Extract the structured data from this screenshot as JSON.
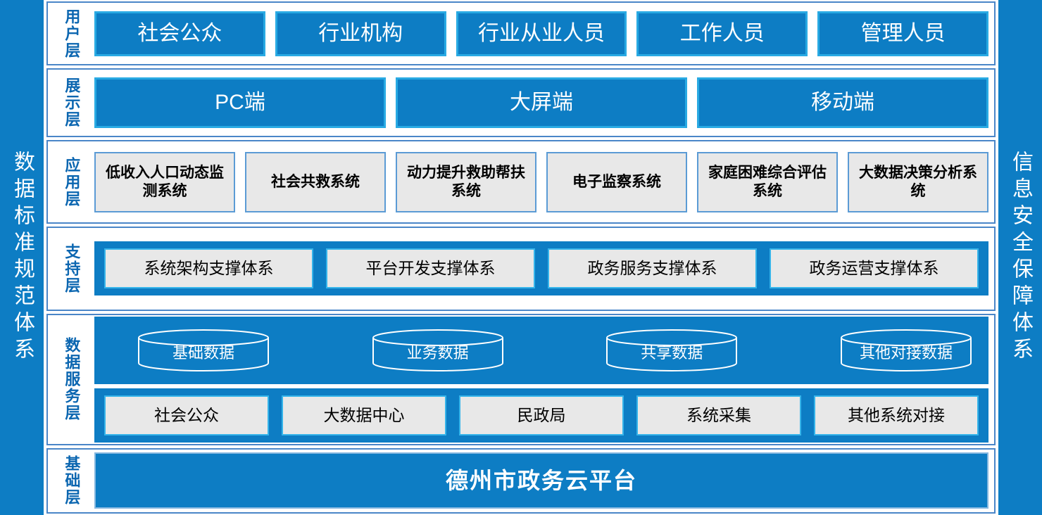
{
  "sides": {
    "left": {
      "label": "数据标准规范体系",
      "color": "#0d7dc4"
    },
    "right": {
      "label": "信息安全保障体系",
      "color": "#0d7dc4"
    }
  },
  "theme": {
    "blue": "#0d7dc4",
    "blue_light_border": "#29aae3",
    "frame_border": "#4a86c8",
    "grey_chip": "#e8e8e8",
    "label_blue": "#0b66b0"
  },
  "layers": [
    {
      "key": "user",
      "label": "用户层",
      "items": [
        "社会公众",
        "行业机构",
        "行业从业人员",
        "工作人员",
        "管理人员"
      ]
    },
    {
      "key": "display",
      "label": "展示层",
      "items": [
        "PC端",
        "大屏端",
        "移动端"
      ]
    },
    {
      "key": "app",
      "label": "应用层",
      "items": [
        "低收入人口动态监测系统",
        "社会共救系统",
        "动力提升救助帮扶系统",
        "电子监察系统",
        "家庭困难综合评估系统",
        "大数据决策分析系统"
      ]
    },
    {
      "key": "support",
      "label": "支持层",
      "items": [
        "系统架构支撑体系",
        "平台开发支撑体系",
        "政务服务支撑体系",
        "政务运营支撑体系"
      ]
    },
    {
      "key": "data",
      "label": "数据服务层",
      "cylinders": [
        "基础数据",
        "业务数据",
        "共享数据",
        "其他对接数据"
      ],
      "sources": [
        "社会公众",
        "大数据中心",
        "民政局",
        "系统采集",
        "其他系统对接"
      ]
    },
    {
      "key": "infra",
      "label": "基础层",
      "platform": "德州市政务云平台"
    }
  ]
}
